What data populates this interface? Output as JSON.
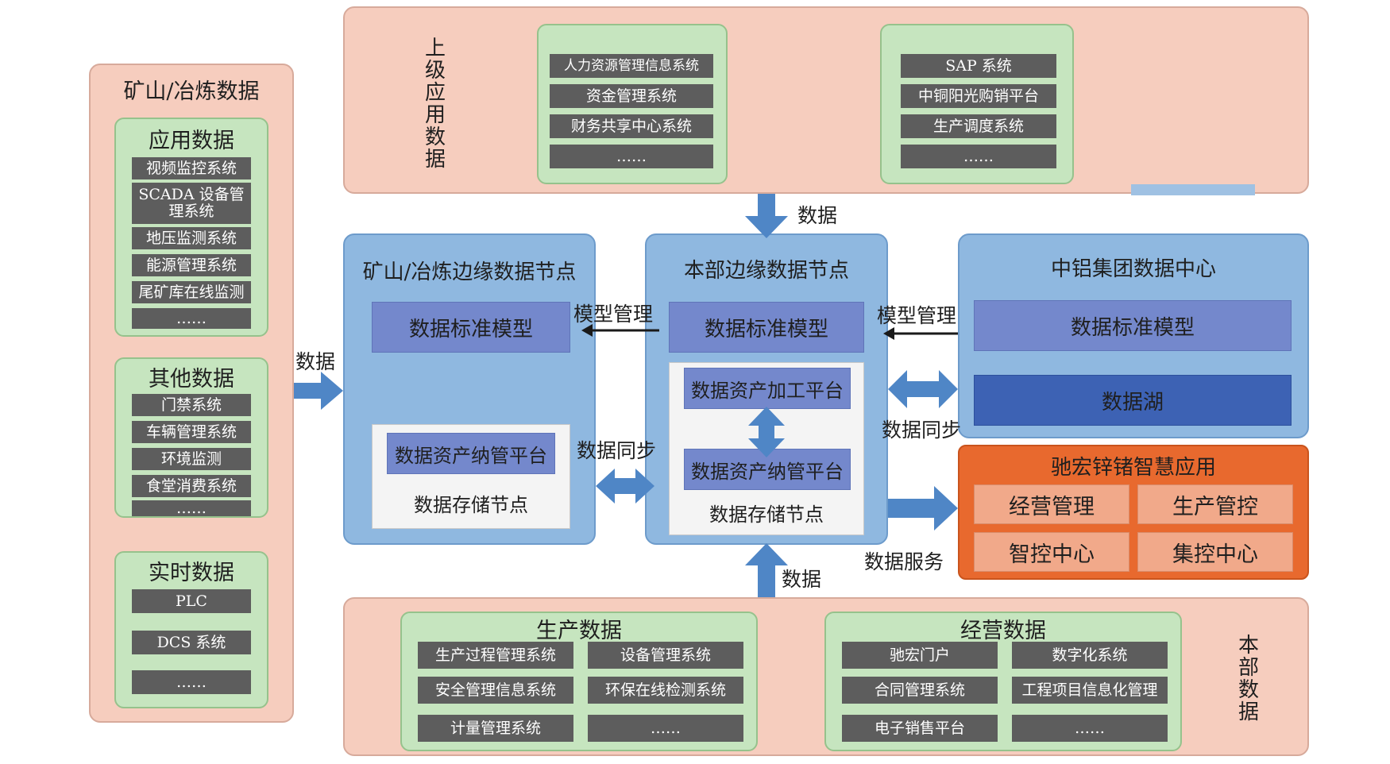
{
  "left_panel": {
    "title": "矿山/冶炼数据",
    "app_data": {
      "title": "应用数据",
      "items": [
        "视频监控系统",
        "SCADA 设备管理系统",
        "地压监测系统",
        "能源管理系统",
        "尾矿库在线监测",
        "……"
      ]
    },
    "other_data": {
      "title": "其他数据",
      "items": [
        "门禁系统",
        "车辆管理系统",
        "环境监测",
        "食堂消费系统",
        "……"
      ]
    },
    "realtime_data": {
      "title": "实时数据",
      "items": [
        "PLC",
        "DCS 系统",
        "……"
      ]
    }
  },
  "top_panel": {
    "title": "上级应用数据",
    "group_left": [
      "人力资源管理信息系统",
      "资金管理系统",
      "财务共享中心系统",
      "……"
    ],
    "group_right": [
      "SAP 系统",
      "中铜阳光购销平台",
      "生产调度系统",
      "……"
    ]
  },
  "edge_node": {
    "title": "矿山/冶炼边缘数据节点",
    "model": "数据标准模型",
    "platform": "数据资产纳管平台",
    "storage": "数据存储节点"
  },
  "hq_node": {
    "title": "本部边缘数据节点",
    "model": "数据标准模型",
    "processing": "数据资产加工平台",
    "platform": "数据资产纳管平台",
    "storage": "数据存储节点"
  },
  "group_center": {
    "title": "中铝集团数据中心",
    "model": "数据标准模型",
    "lake": "数据湖"
  },
  "smart_app": {
    "title": "驰宏锌锗智慧应用",
    "items": [
      "经营管理",
      "生产管控",
      "智控中心",
      "集控中心"
    ]
  },
  "bottom_panel": {
    "title": "本部数据",
    "production": {
      "title": "生产数据",
      "items": [
        "生产过程管理系统",
        "设备管理系统",
        "安全管理信息系统",
        "环保在线检测系统",
        "计量管理系统",
        "……"
      ]
    },
    "business": {
      "title": "经营数据",
      "items": [
        "驰宏门户",
        "数字化系统",
        "合同管理系统",
        "工程项目信息化管理",
        "电子销售平台",
        "……"
      ]
    }
  },
  "arrow_labels": {
    "left_data": "数据",
    "top_data": "数据",
    "bottom_data": "数据",
    "model_mgmt_left": "模型管理",
    "model_mgmt_right": "模型管理",
    "sync_left": "数据同步",
    "sync_right": "数据同步",
    "data_service": "数据服务"
  },
  "colors": {
    "panel_pink": "#f6cdbe",
    "group_green": "#c6e5bf",
    "node_blue": "#8fb8e0",
    "model_blue": "#7488cc",
    "lake_blue": "#3d62b4",
    "app_orange": "#e8692e",
    "arrow_blue": "#4f86c6",
    "bar_gray": "#5d5d5d"
  }
}
